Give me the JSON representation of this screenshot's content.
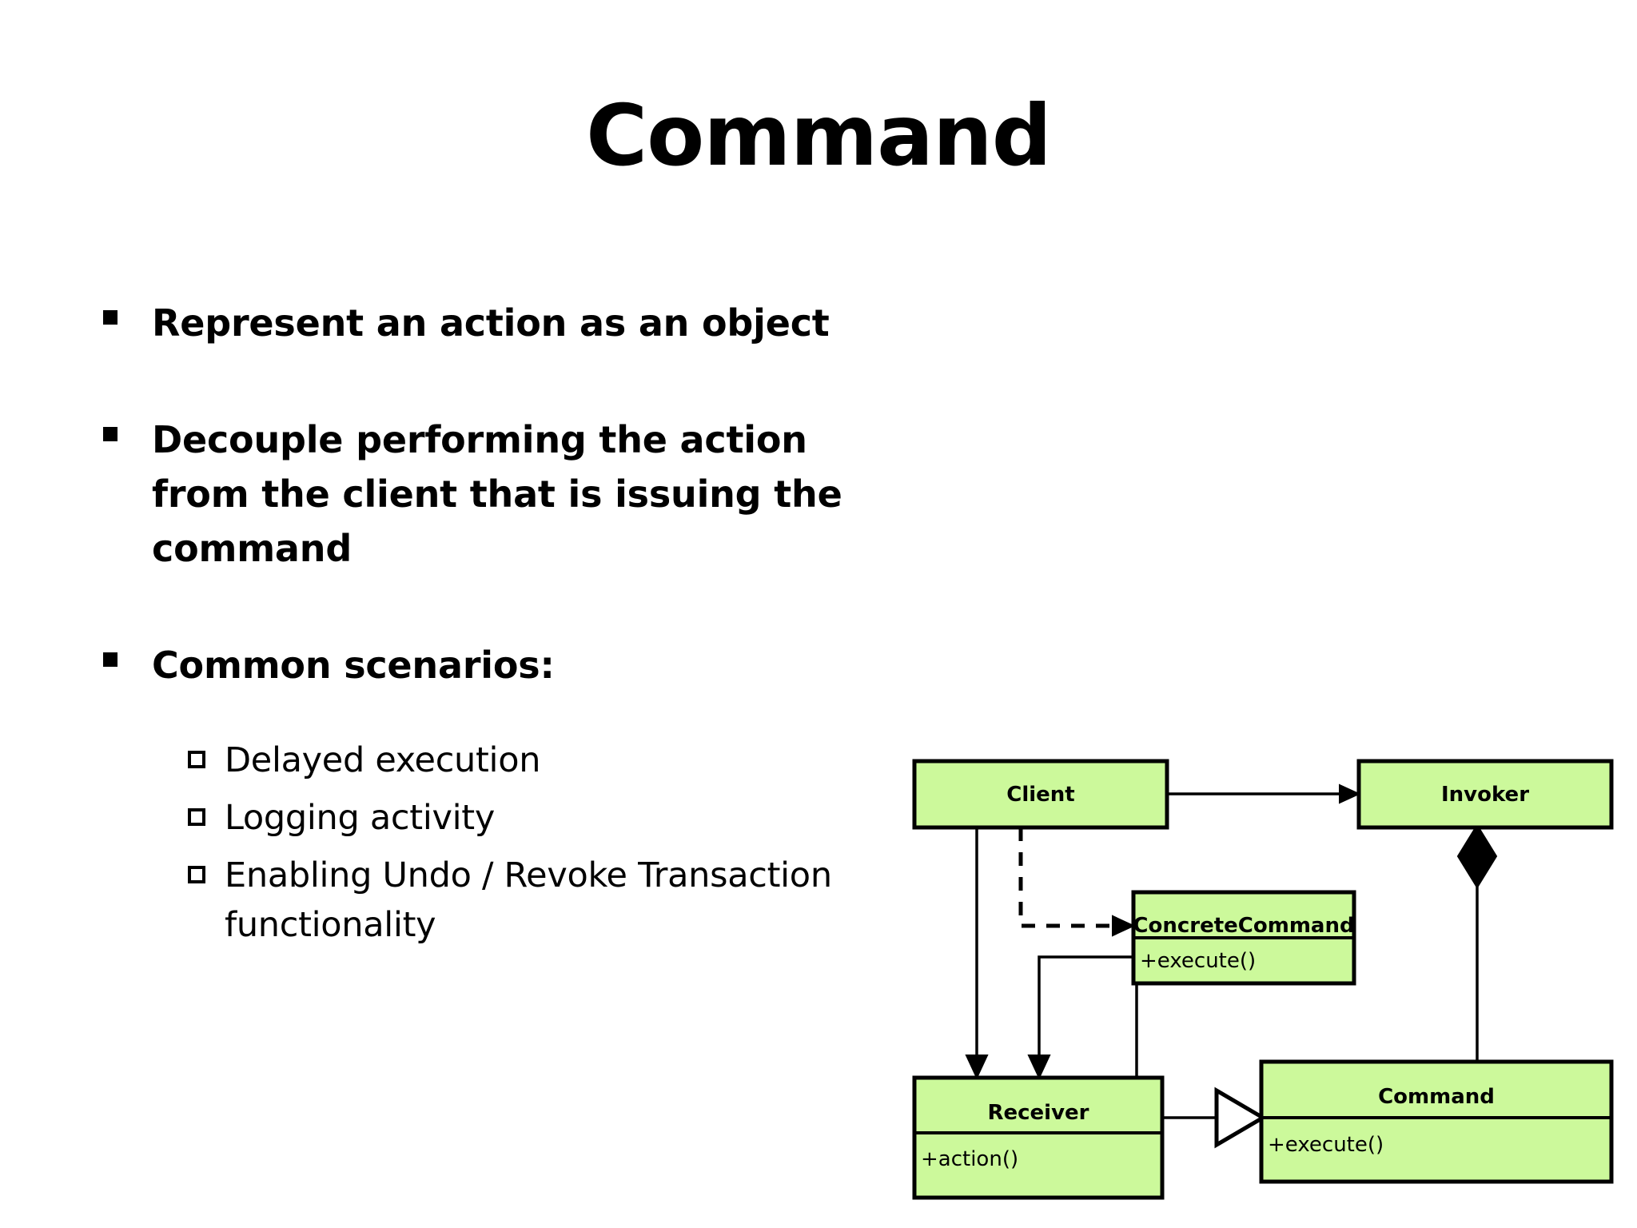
{
  "slide": {
    "title": "Command"
  },
  "bullets": [
    {
      "marker": "square-filled",
      "text": "Represent an action as an object"
    },
    {
      "marker": "square-filled",
      "text": "Decouple performing the action from the client that is issuing the command"
    },
    {
      "marker": "square-filled",
      "text": "Common scenarios:"
    }
  ],
  "sub_bullets": [
    {
      "marker": "square-hollow",
      "text": "Delayed execution"
    },
    {
      "marker": "square-hollow",
      "text": "Logging activity"
    },
    {
      "marker": "square-hollow",
      "text": "Enabling Undo / Revoke Transaction functionality"
    }
  ],
  "diagram": {
    "type": "uml-class-diagram",
    "fill_color": "#CCF99B",
    "stroke_color": "#000000",
    "classes": [
      {
        "id": "client",
        "name": "Client",
        "members": []
      },
      {
        "id": "invoker",
        "name": "Invoker",
        "members": []
      },
      {
        "id": "concretecommand",
        "name": "ConcreteCommand",
        "members": [
          "+execute()"
        ]
      },
      {
        "id": "receiver",
        "name": "Receiver",
        "members": [
          "+action()"
        ]
      },
      {
        "id": "command",
        "name": "Command",
        "members": [
          "+execute()"
        ]
      }
    ],
    "relations": [
      {
        "from": "client",
        "to": "invoker",
        "kind": "association-arrow",
        "style": "solid"
      },
      {
        "from": "client",
        "to": "concretecommand",
        "kind": "dependency-arrow",
        "style": "dashed"
      },
      {
        "from": "client",
        "to": "receiver",
        "kind": "association-arrow",
        "style": "solid"
      },
      {
        "from": "concretecommand",
        "to": "receiver",
        "kind": "association-arrow",
        "style": "solid"
      },
      {
        "from": "invoker",
        "to": "command",
        "kind": "composition-diamond",
        "style": "solid"
      },
      {
        "from": "concretecommand",
        "to": "command",
        "kind": "generalization-triangle",
        "style": "solid"
      }
    ]
  }
}
